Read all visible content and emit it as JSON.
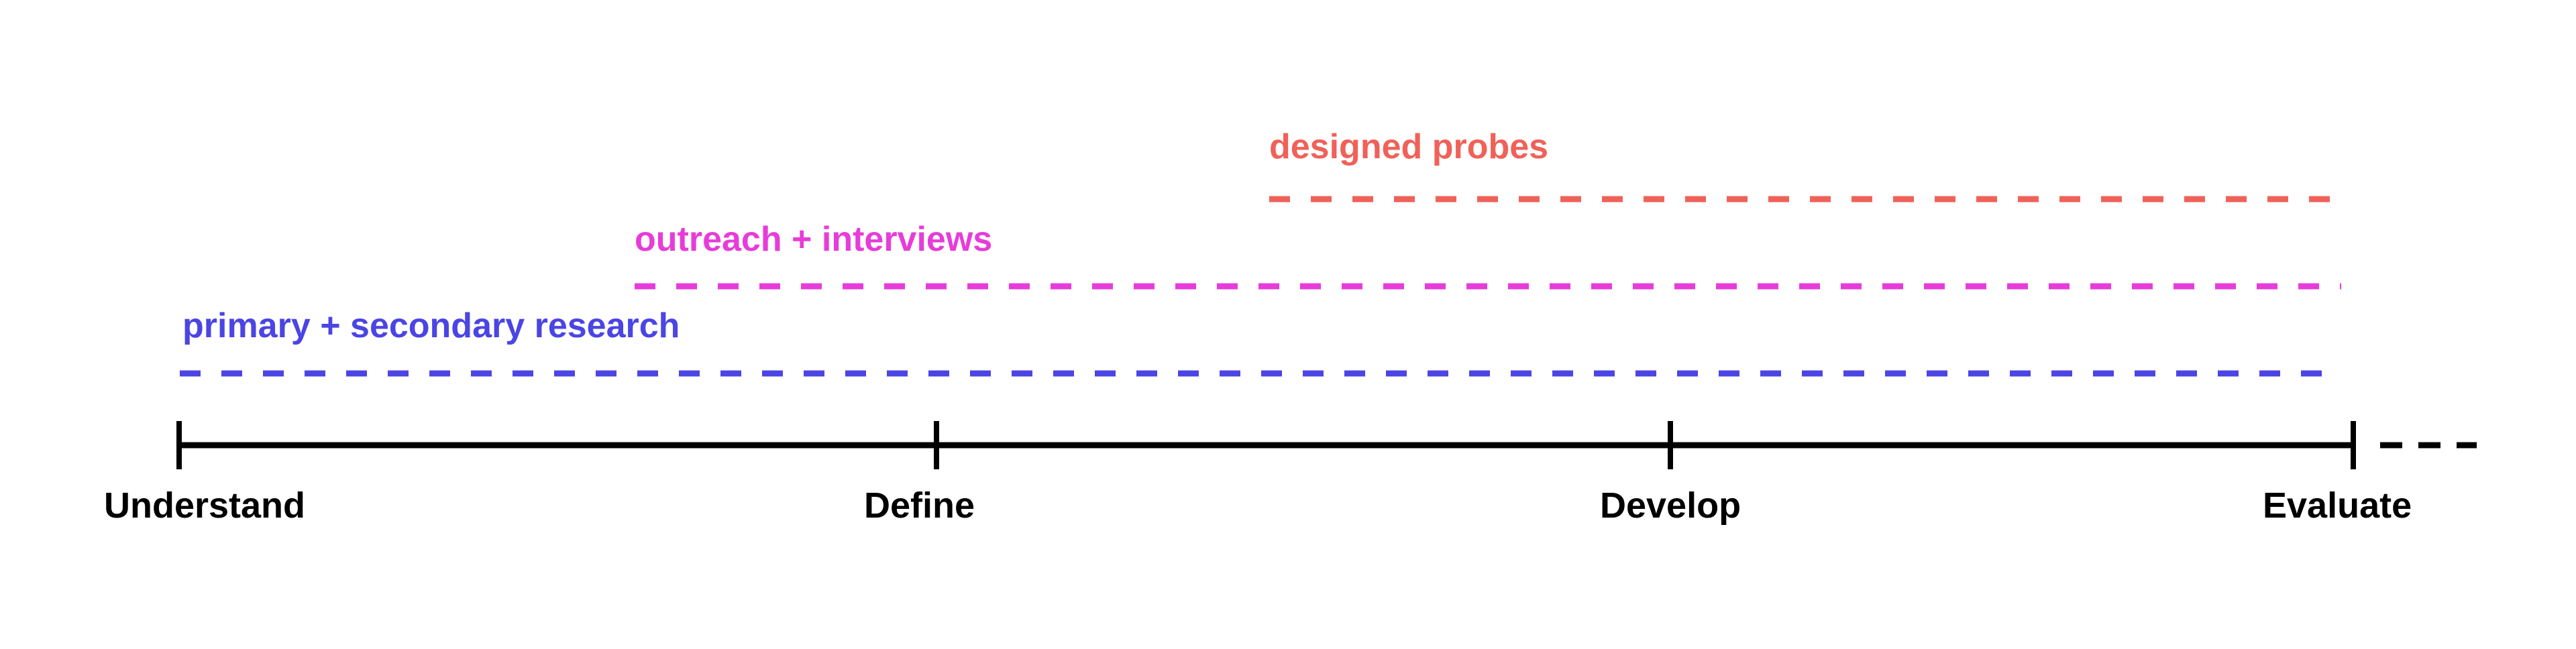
{
  "tracks": [
    {
      "label": "designed probes",
      "color": "#F06158"
    },
    {
      "label": "outreach + interviews",
      "color": "#E73CD9"
    },
    {
      "label": "primary + secondary research",
      "color": "#4B45E4"
    }
  ],
  "phases": [
    {
      "label": "Understand"
    },
    {
      "label": "Define"
    },
    {
      "label": "Develop"
    },
    {
      "label": "Evaluate"
    }
  ],
  "colors": {
    "timeline": "#000000",
    "background": "#FFFFFF"
  }
}
